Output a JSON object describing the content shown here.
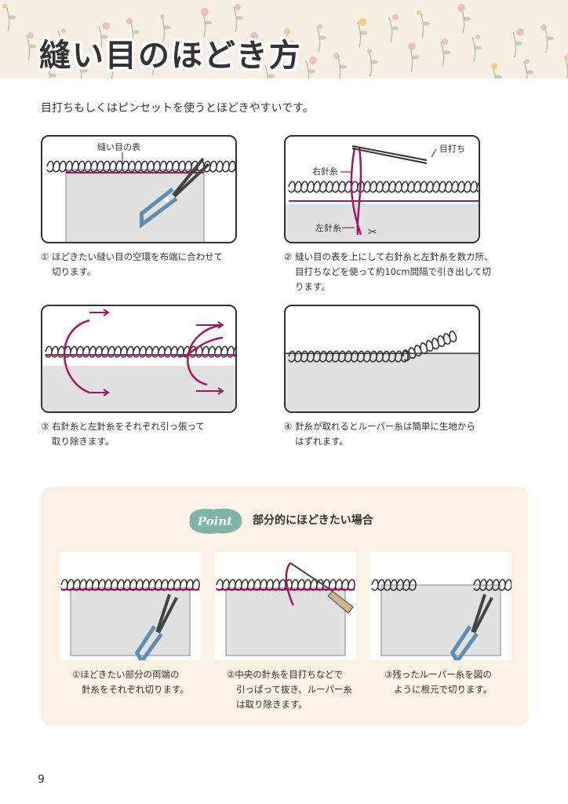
{
  "header": {
    "title": "縫い目のほどき方",
    "pattern": "watercolor-floral",
    "colors": {
      "background": "#f7efe6",
      "leaf": "#b9c4a3",
      "flower_pink": "#e9b7bd",
      "flower_yellow": "#f0c77a"
    }
  },
  "intro": "目打ちもしくはピンセットを使うとほどきやすいです。",
  "steps": [
    {
      "label_top": "縫い目の表",
      "caption_line1": "① ほどきたい縫い目の空環を布端に合わせて",
      "caption_line2": "切ります。"
    },
    {
      "label_tool": "目打ち",
      "label_right": "右針糸",
      "label_left": "左針糸",
      "caption_line1": "② 縫い目の表を上にして右針糸と左針糸を数カ所、",
      "caption_line2": "目打ちなどを使って約10cm間隔で引き出して切",
      "caption_line3": "ります。"
    },
    {
      "caption_line1": "③ 右針糸と左針糸をそれぞれ引っ張って",
      "caption_line2": "取り除きます。"
    },
    {
      "caption_line1": "④ 針糸が取れるとルーパー糸は簡単に生地から",
      "caption_line2": "はずれます。"
    }
  ],
  "point": {
    "badge": "Point",
    "heading": "部分的にほどきたい場合",
    "items": [
      {
        "caption_line1": "①ほどきたい部分の両端の",
        "caption_line2": "針糸をそれぞれ切ります。"
      },
      {
        "caption_line1": "②中央の針糸を目打ちなどで",
        "caption_line2": "引っぱって抜き、ルーパー糸",
        "caption_line3": "は取り除きます。"
      },
      {
        "caption_line1": "③残ったルーパー糸を図の",
        "caption_line2": "ように根元で切ります。"
      }
    ]
  },
  "colors": {
    "thread_dark": "#333333",
    "thread_magenta": "#a3185f",
    "fabric": "#e1e1e1",
    "point_box": "#fbf1e5",
    "point_badge": "#7fb4a8",
    "scissors_blue": "#5d8fb5"
  },
  "page_number": "9"
}
